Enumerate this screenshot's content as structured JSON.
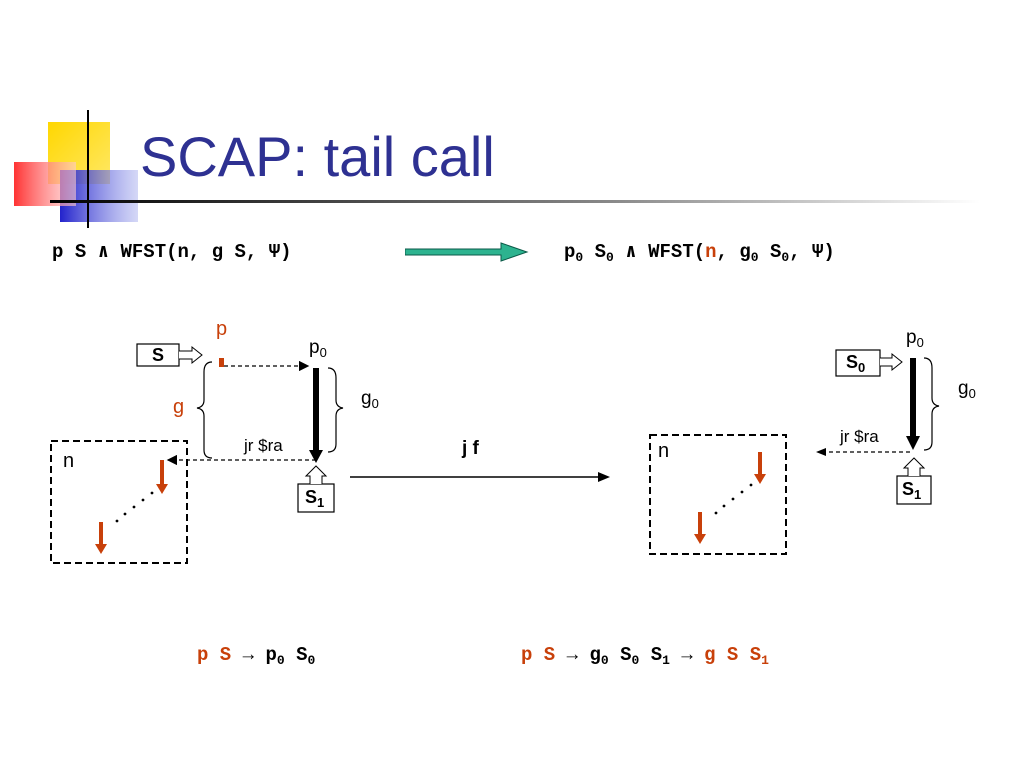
{
  "slide": {
    "title": "SCAP: tail call"
  },
  "formula": {
    "left": {
      "p": "p",
      "s": "S",
      "and": "∧",
      "wfst": "WFST(n, g S, Ψ)"
    },
    "right": {
      "p": "p",
      "p_sub": "0",
      "s": "S",
      "s_sub": "0",
      "and": "∧",
      "wfst_open": "WFST(",
      "n": "n",
      "comma1": ",",
      "g": "g",
      "g_sub": "0",
      "s2": "S",
      "s2_sub": "0",
      "rest": ", Ψ)"
    }
  },
  "left_diagram": {
    "p_label": "p",
    "S_box": "S",
    "g_label": "g",
    "p0": "p",
    "p0_sub": "0",
    "g0": "g",
    "g0_sub": "0",
    "jr": "jr $ra",
    "n": "n",
    "S1": "S",
    "S1_sub": "1"
  },
  "middle": {
    "jf": "j f"
  },
  "right_diagram": {
    "p0": "p",
    "p0_sub": "0",
    "S0": "S",
    "S0_sub": "0",
    "g0": "g",
    "g0_sub": "0",
    "jr": "jr $ra",
    "n": "n",
    "S1": "S",
    "S1_sub": "1"
  },
  "bottom": {
    "left": {
      "pre": "p S",
      "arrow": "→",
      "p": "p",
      "p_sub": "0",
      "s": "S",
      "s_sub": "0"
    },
    "right": {
      "pre": "p S",
      "arrow1": "→",
      "g": "g",
      "g_sub": "0",
      "s0": "S",
      "s0_sub": "0",
      "s1": "S",
      "s1_sub": "1",
      "arrow2": "→",
      "post": "g S S",
      "post_sub": "1"
    }
  },
  "colors": {
    "title": "#2e3192",
    "highlight": "#c8400a",
    "deco_yellow": "#ffd700",
    "deco_blue": "#3333cc",
    "deco_red": "#ff4444",
    "arrow_green": "#2db38f"
  }
}
